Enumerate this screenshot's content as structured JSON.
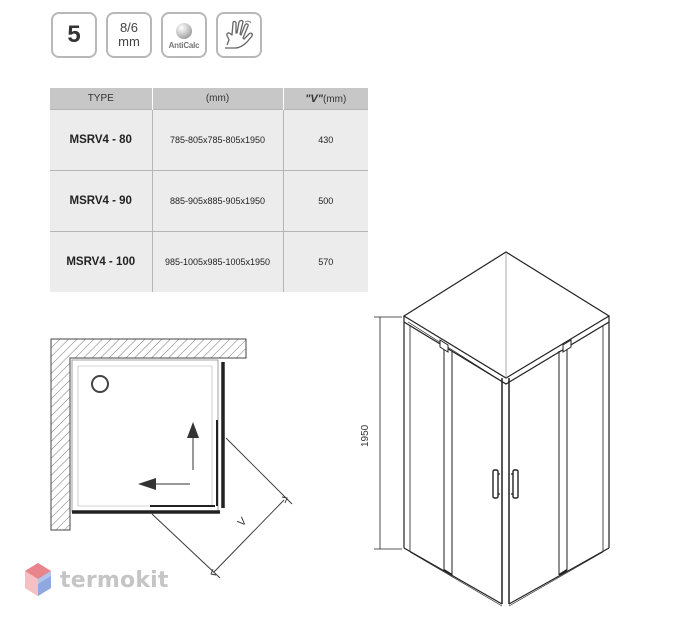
{
  "badges": {
    "number": "5",
    "thickness_top": "8/6",
    "thickness_bottom": "mm",
    "anticalc": "AntiCalc"
  },
  "table": {
    "headers": {
      "type": "TYPE",
      "size": "(mm)",
      "v_quote": "\"V\"",
      "v_unit": "(mm)"
    },
    "rows": [
      {
        "type": "MSRV4 - 80",
        "size": "785-805x785-805x1950",
        "v": "430"
      },
      {
        "type": "MSRV4 - 90",
        "size": "885-905x885-905x1950",
        "v": "500"
      },
      {
        "type": "MSRV4 - 100",
        "size": "985-1005x985-1005x1950",
        "v": "570"
      }
    ]
  },
  "plan": {
    "dimension_label": "V"
  },
  "elevation": {
    "height_label": "1950"
  },
  "watermark": {
    "text": "termokit"
  },
  "colors": {
    "header_bg": "#c7c7c7",
    "row_bg": "#ececec",
    "badge_border": "#b8b8b8",
    "logo_red": "#e8848c",
    "logo_blue": "#8fa8e0"
  }
}
